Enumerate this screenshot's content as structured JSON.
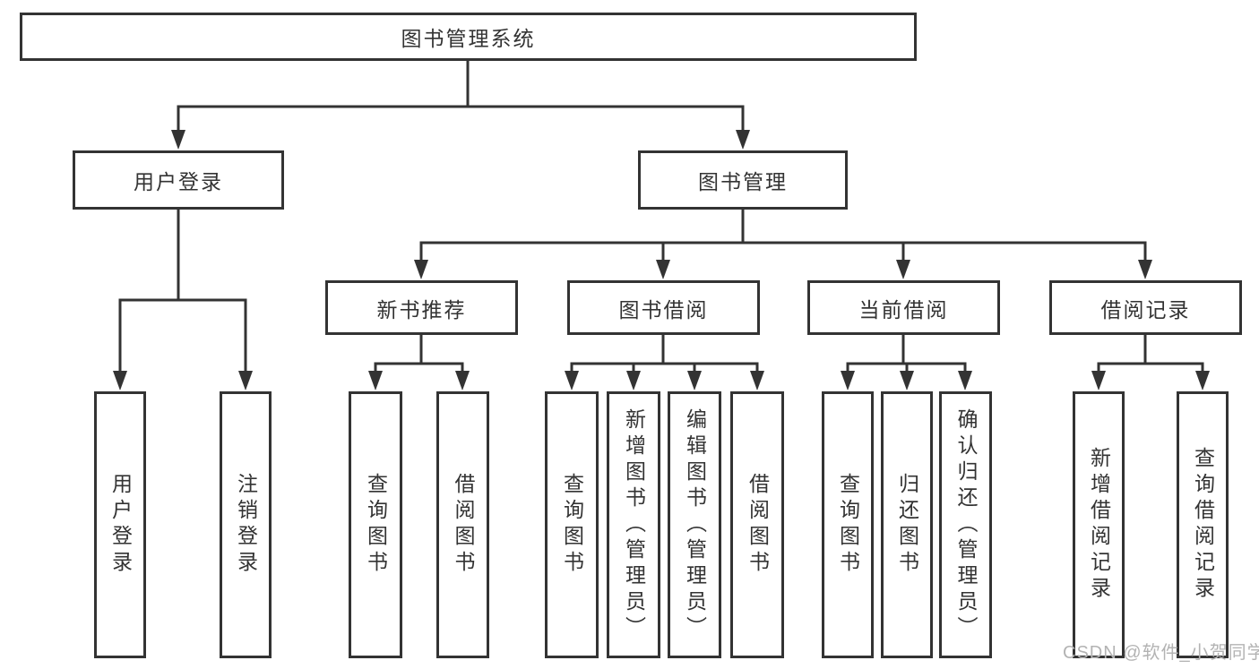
{
  "tree": {
    "root": {
      "label": "图书管理系统"
    },
    "level2": [
      {
        "label": "用户登录",
        "children": [
          {
            "label": "用户登录"
          },
          {
            "label": "注销登录"
          }
        ]
      },
      {
        "label": "图书管理"
      }
    ],
    "level3": [
      {
        "label": "新书推荐",
        "children": [
          {
            "label": "查询图书"
          },
          {
            "label": "借阅图书"
          }
        ]
      },
      {
        "label": "图书借阅",
        "children": [
          {
            "label": "查询图书"
          },
          {
            "label": "新增图书（管理员）"
          },
          {
            "label": "编辑图书（管理员）"
          },
          {
            "label": "借阅图书"
          }
        ]
      },
      {
        "label": "当前借阅",
        "children": [
          {
            "label": "查询图书"
          },
          {
            "label": "归还图书"
          },
          {
            "label": "确认归还（管理员）"
          }
        ]
      },
      {
        "label": "借阅记录",
        "children": [
          {
            "label": "新增借阅记录"
          },
          {
            "label": "查询借阅记录"
          }
        ]
      }
    ]
  },
  "watermark": "CSDN @软件_小贺同学",
  "colors": {
    "line": "#333333",
    "box_border": "#333333",
    "text": "#333333",
    "background": "#ffffff",
    "watermark": "#b3b3b3"
  }
}
